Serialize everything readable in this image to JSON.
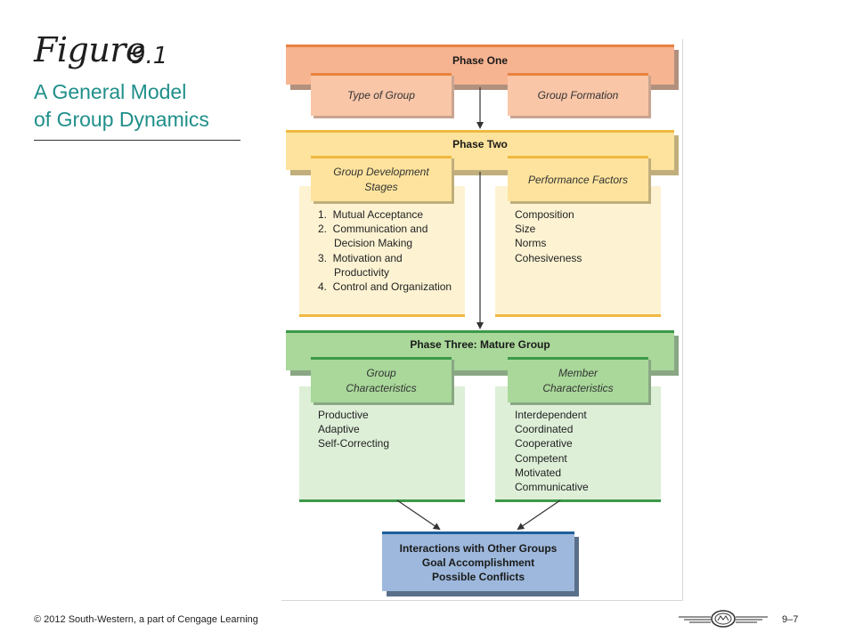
{
  "title": {
    "figure_word": "Figure",
    "figure_number": "9.1",
    "line1": "A General Model",
    "line2": "of Group Dynamics"
  },
  "phase_one": {
    "heading": "Phase One",
    "left": "Type of Group",
    "right": "Group Formation"
  },
  "phase_two": {
    "heading": "Phase Two",
    "left_header": [
      "Group Development",
      "Stages"
    ],
    "right_header": "Performance Factors",
    "left_items": [
      "1.  Mutual Acceptance",
      "2.  Communication and Decision Making",
      "3.  Motivation and Productivity",
      "4.  Control and Organization"
    ],
    "right_items": [
      "Composition",
      "Size",
      "Norms",
      "Cohesiveness"
    ]
  },
  "phase_three": {
    "heading": "Phase Three: Mature Group",
    "left_header": [
      "Group",
      "Characteristics"
    ],
    "right_header": [
      "Member",
      "Characteristics"
    ],
    "left_items": [
      "Productive",
      "Adaptive",
      "Self-Correcting"
    ],
    "right_items": [
      "Interdependent",
      "Coordinated",
      "Cooperative",
      "Competent",
      "Motivated",
      "Communicative"
    ]
  },
  "outcome": {
    "lines": [
      "Interactions with Other Groups",
      "Goal Accomplishment",
      "Possible Conflicts"
    ]
  },
  "footer": {
    "copyright": "© 2012 South-Western, a part of Cengage Learning",
    "page": "9–7",
    "logo_icon": "winged-emblem-icon"
  }
}
